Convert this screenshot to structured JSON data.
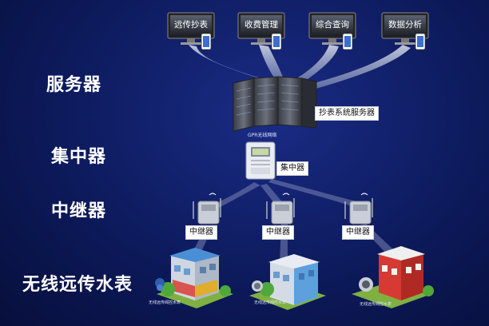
{
  "tiers": {
    "server": "服务器",
    "concentrator": "集中器",
    "repeater": "中继器",
    "meter": "无线远传水表"
  },
  "monitors": [
    {
      "label": "远传抄表"
    },
    {
      "label": "收费管理"
    },
    {
      "label": "综合查询"
    },
    {
      "label": "数据分析"
    }
  ],
  "server_label": "抄表系统服务器",
  "network_label": "GPR无线网络",
  "concentrator_label": "集中器",
  "repeaters": [
    {
      "label": "中继器"
    },
    {
      "label": "中继器"
    },
    {
      "label": "中继器"
    }
  ],
  "meter_captions": [
    {
      "label": "无线远传阀控水表"
    },
    {
      "label": "无线远传阀控水表"
    },
    {
      "label": "无线远传阀控水表"
    }
  ],
  "colors": {
    "background": "#0d1a5c",
    "beam": "#c9d2e6",
    "label_bg": "#ffffff"
  }
}
